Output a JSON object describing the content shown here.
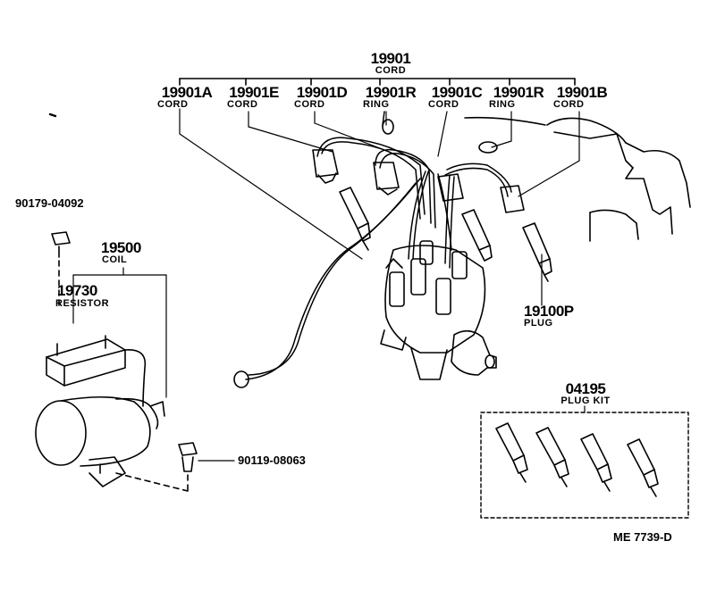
{
  "parts": {
    "cord_set": {
      "number": "19901",
      "name": "CORD"
    },
    "cord_a": {
      "number": "19901A",
      "name": "CORD"
    },
    "cord_e": {
      "number": "19901E",
      "name": "CORD"
    },
    "cord_d": {
      "number": "19901D",
      "name": "CORD"
    },
    "ring_1": {
      "number": "19901R",
      "name": "RING"
    },
    "cord_c": {
      "number": "19901C",
      "name": "CORD"
    },
    "ring_2": {
      "number": "19901R",
      "name": "RING"
    },
    "cord_b": {
      "number": "19901B",
      "name": "CORD"
    },
    "bolt_top": {
      "number": "90179-04092"
    },
    "coil": {
      "number": "19500",
      "name": "COIL"
    },
    "resistor": {
      "number": "19730",
      "name": "RESISTOR"
    },
    "plug": {
      "number": "19100P",
      "name": "PLUG"
    },
    "plug_kit": {
      "number": "04195",
      "name": "PLUG KIT"
    },
    "bolt_bottom": {
      "number": "90119-08063"
    }
  },
  "diagram_ref": "ME 7739-D"
}
